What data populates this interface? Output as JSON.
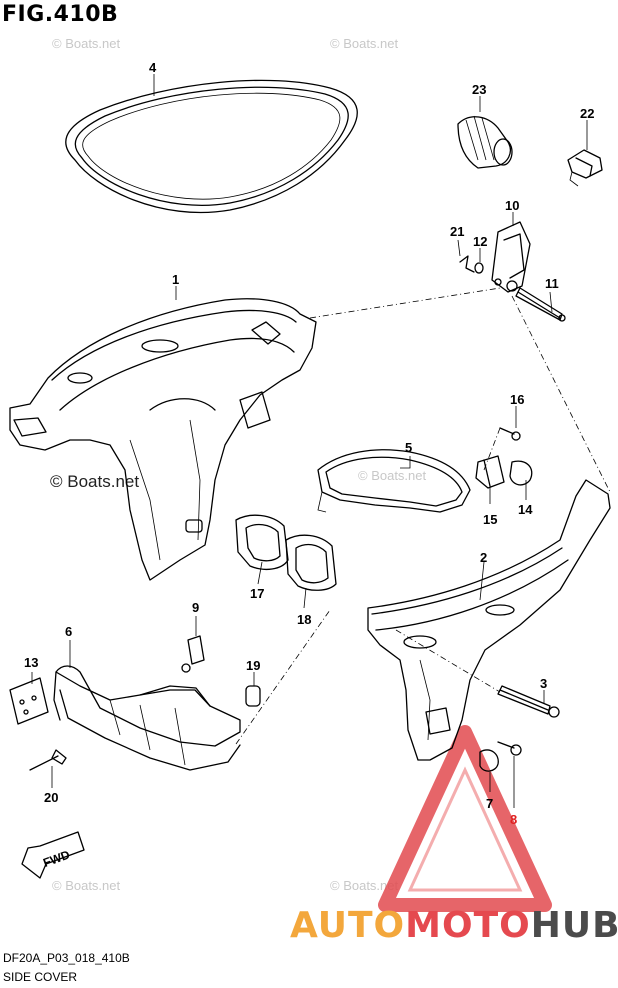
{
  "figure": {
    "title": "FIG.410B",
    "code": "DF20A_P03_018_410B",
    "name": "SIDE COVER"
  },
  "watermarks": {
    "small": "© Boats.net",
    "large": "© Boats.net"
  },
  "brand": {
    "part1": "AUTO",
    "part2": "MOTO",
    "part3": "HUB",
    "colors": {
      "auto": "#f3a73c",
      "moto": "#e5494f",
      "hub": "#4b4b4b"
    }
  },
  "fwd_label": "FWD",
  "callouts": {
    "c1": "1",
    "c2": "2",
    "c3": "3",
    "c4": "4",
    "c5": "5",
    "c6": "6",
    "c7": "7",
    "c8": "8",
    "c9": "9",
    "c10": "10",
    "c11": "11",
    "c12": "12",
    "c13": "13",
    "c14": "14",
    "c15": "15",
    "c16": "16",
    "c17": "17",
    "c18": "18",
    "c19": "19",
    "c20": "20",
    "c21": "21",
    "c22": "22",
    "c23": "23"
  },
  "highlight_color": "#e02020"
}
